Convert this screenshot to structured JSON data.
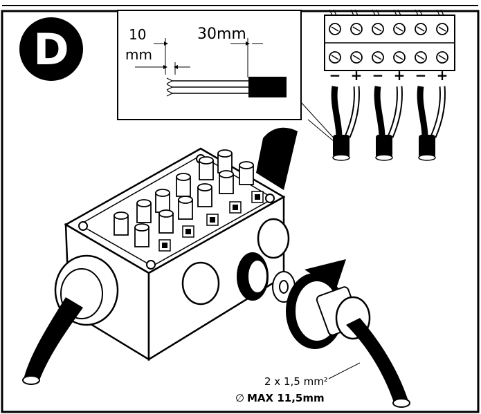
{
  "step": {
    "letter": "D"
  },
  "strip_detail": {
    "short_strip_value": "10",
    "short_strip_unit": "mm",
    "long_strip_label": "30mm"
  },
  "terminal_block": {
    "polarity_labels": [
      "−",
      "+",
      "−",
      "+",
      "−",
      "+"
    ]
  },
  "cable_spec": {
    "cross_section": "2 x 1,5 mm²",
    "diameter_symbol": "∅",
    "max_diameter": "MAX 11,5mm"
  },
  "colors": {
    "ink": "#000000",
    "background": "#ffffff"
  }
}
